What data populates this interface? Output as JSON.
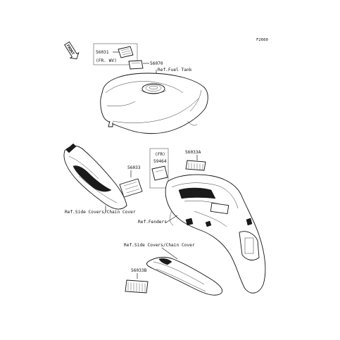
{
  "figure_code": "F2660",
  "front_badge": "FRONT",
  "parts": {
    "p56031": "56031",
    "p56031_note": "(FR. WV)",
    "p56070": "56070",
    "p56033": "56033",
    "fr_note": "(FR)",
    "p59464": "59464",
    "p56033A": "56033A",
    "p56033B": "56033B"
  },
  "refs": {
    "fuel_tank": "Ref.Fuel Tank",
    "side_covers_1": "Ref.Side Covers/Chain Cover",
    "fenders": "Ref.Fenders",
    "side_covers_2": "Ref.Side Covers/Chain Cover"
  }
}
